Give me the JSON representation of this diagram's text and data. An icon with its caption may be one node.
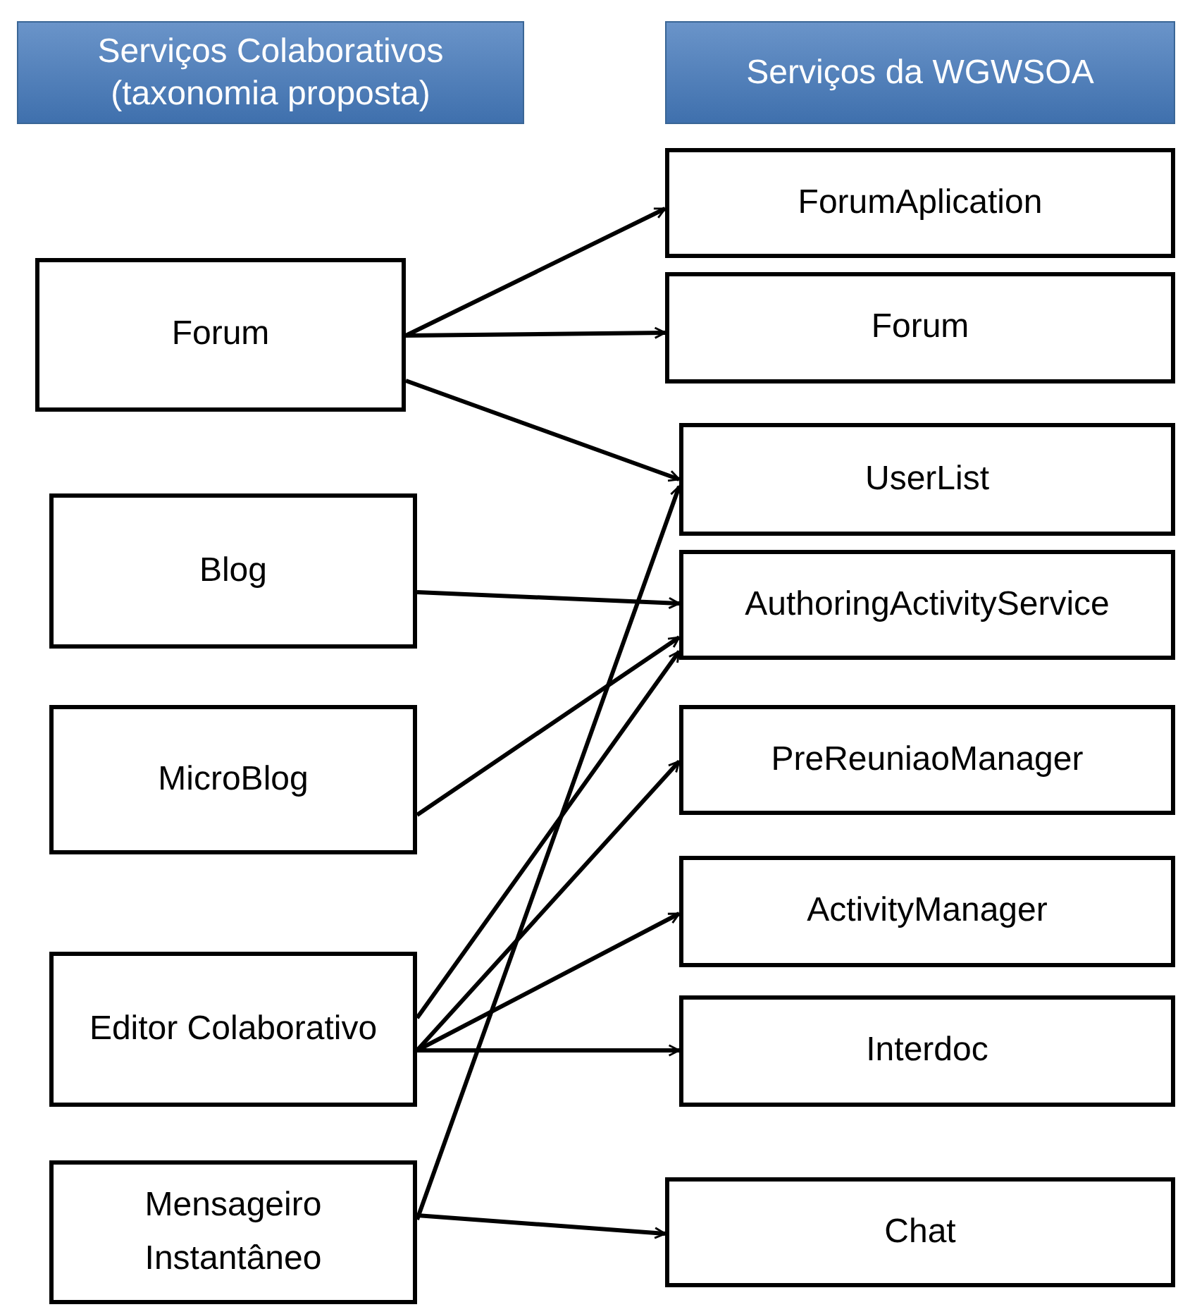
{
  "diagram": {
    "nodes": [
      {
        "text": [
          "Serviços Colaborativos (taxonomia proposta)"
        ]
      },
      {
        "text": [
          "Serviços da WGWSOA"
        ]
      },
      {
        "text": [
          "Forum"
        ]
      },
      {
        "text": [
          "Blog"
        ]
      },
      {
        "text": [
          "MicroBlog"
        ]
      },
      {
        "text": [
          "Editor Colaborativo"
        ]
      },
      {
        "text": [
          "Mensageiro Instantâneo"
        ]
      },
      {
        "text": [
          "ForumAplication"
        ]
      },
      {
        "text": [
          "Forum"
        ]
      },
      {
        "text": [
          "UserList"
        ]
      },
      {
        "text": [
          "AuthoringActivityService"
        ]
      },
      {
        "text": [
          "PreReuniaoManager"
        ]
      },
      {
        "text": [
          "ActivityManager"
        ]
      },
      {
        "text": [
          "Interdoc"
        ]
      },
      {
        "text": [
          "Chat"
        ]
      }
    ],
    "edges": [
      {
        "from": 2,
        "to": 7,
        "arrow": "to"
      },
      {
        "from": 2,
        "to": 8,
        "arrow": "to"
      },
      {
        "from": 2,
        "to": 9,
        "arrow": "to"
      },
      {
        "from": 3,
        "to": 10,
        "arrow": "to"
      },
      {
        "from": 4,
        "to": 10,
        "arrow": "to"
      },
      {
        "from": 5,
        "to": 10,
        "arrow": "to"
      },
      {
        "from": 5,
        "to": 11,
        "arrow": "to"
      },
      {
        "from": 5,
        "to": 12,
        "arrow": "to"
      },
      {
        "from": 5,
        "to": 13,
        "arrow": "to"
      },
      {
        "from": 6,
        "to": 9,
        "arrow": "to"
      },
      {
        "from": 6,
        "to": 14,
        "arrow": "to"
      }
    ]
  }
}
